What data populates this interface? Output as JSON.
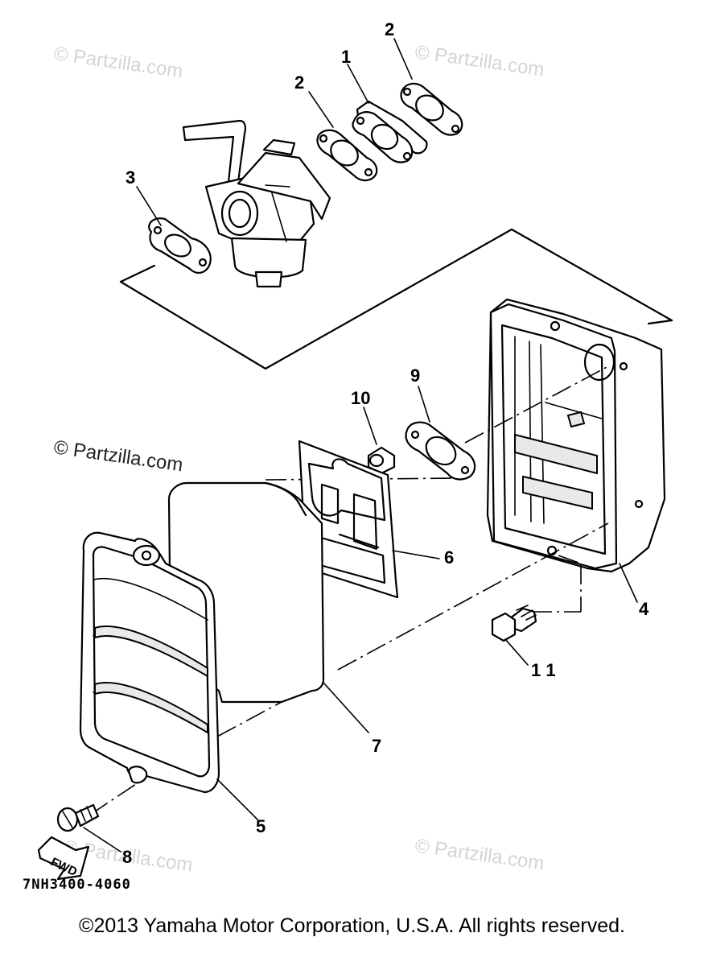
{
  "watermarks": {
    "w1": "© Partzilla.com",
    "w2": "© Partzilla.com",
    "w3": "© Partzilla.com",
    "w4": "© Partzilla.com",
    "w5": "© Partzilla.com"
  },
  "callouts": {
    "c1": "1",
    "c2a": "2",
    "c2b": "2",
    "c3": "3",
    "c4": "4",
    "c5": "5",
    "c6": "6",
    "c7": "7",
    "c8": "8",
    "c9": "9",
    "c10": "10",
    "c11": "1 1"
  },
  "fwd_label": "FWD",
  "part_code": "7NH3400-4060",
  "copyright": "©2013  Yamaha Motor Corporation, U.S.A. All rights reserved."
}
